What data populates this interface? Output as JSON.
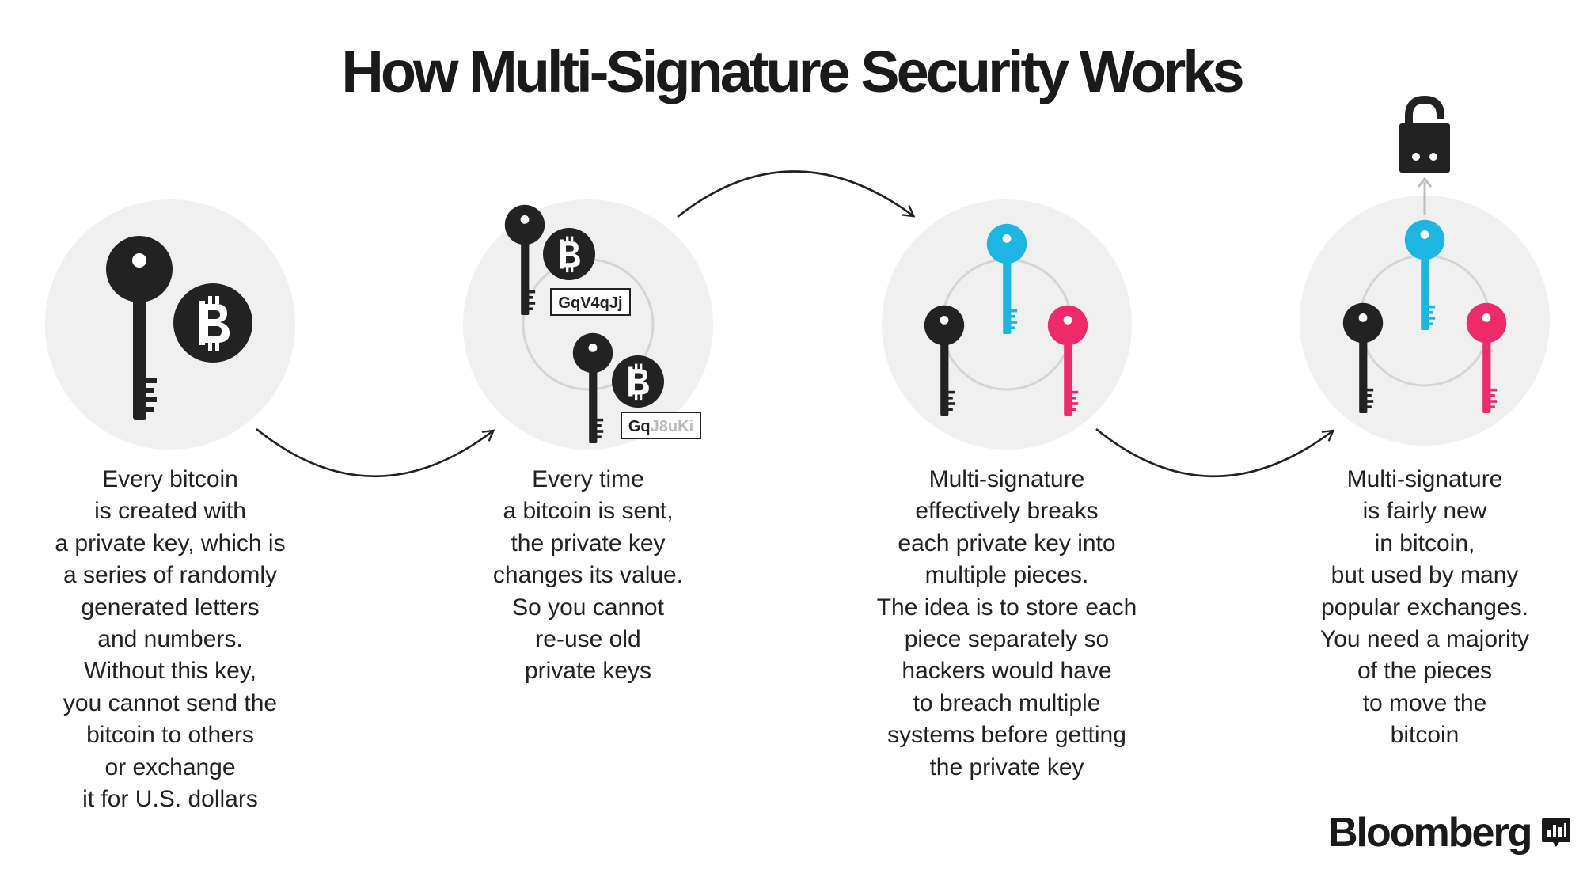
{
  "title": "How Multi-Signature Security Works",
  "colors": {
    "circle_bg": "#f0f0f0",
    "ring": "#d4d4d4",
    "dark": "#222222",
    "cyan": "#1db6e3",
    "pink": "#ee2a6b",
    "faded_text": "#bbbbbb"
  },
  "icons": {
    "step1": [
      "key-icon",
      "bitcoin-icon"
    ],
    "step2": [
      "key-icon",
      "bitcoin-icon",
      "key-icon",
      "bitcoin-icon"
    ],
    "step3": [
      "key-icon",
      "key-icon",
      "key-icon"
    ],
    "step4": [
      "open-lock-icon",
      "key-icon",
      "key-icon",
      "key-icon"
    ],
    "connectors": "curved-arrow-icon",
    "brand": "bloomberg-logo-icon"
  },
  "steps": [
    {
      "lines": [
        "Every bitcoin",
        "is created with",
        "a private key, which is",
        "a series of randomly",
        "generated letters",
        "and numbers.",
        "Without this key,",
        "you cannot send the",
        "bitcoin to others",
        "or exchange",
        "it for U.S. dollars"
      ]
    },
    {
      "key_label_1": "GqV4qJj",
      "key_label_2_prefix": "Gq",
      "key_label_2_faded": "J8uKi",
      "lines": [
        "Every time",
        "a bitcoin is sent,",
        "the private key",
        "changes its value.",
        "So you cannot",
        "re-use old",
        "private keys"
      ]
    },
    {
      "lines": [
        "Multi-signature",
        "effectively breaks",
        "each private key into",
        "multiple pieces.",
        "The idea is to store each",
        "piece separately so",
        "hackers would have",
        "to breach multiple",
        "systems before getting",
        "the private key"
      ]
    },
    {
      "lines": [
        "Multi-signature",
        "is fairly new",
        "in bitcoin,",
        "but used by many",
        "popular exchanges.",
        "You need a majority",
        "of the pieces",
        "to move the",
        "bitcoin"
      ]
    }
  ],
  "brand": {
    "name": "Bloomberg"
  }
}
